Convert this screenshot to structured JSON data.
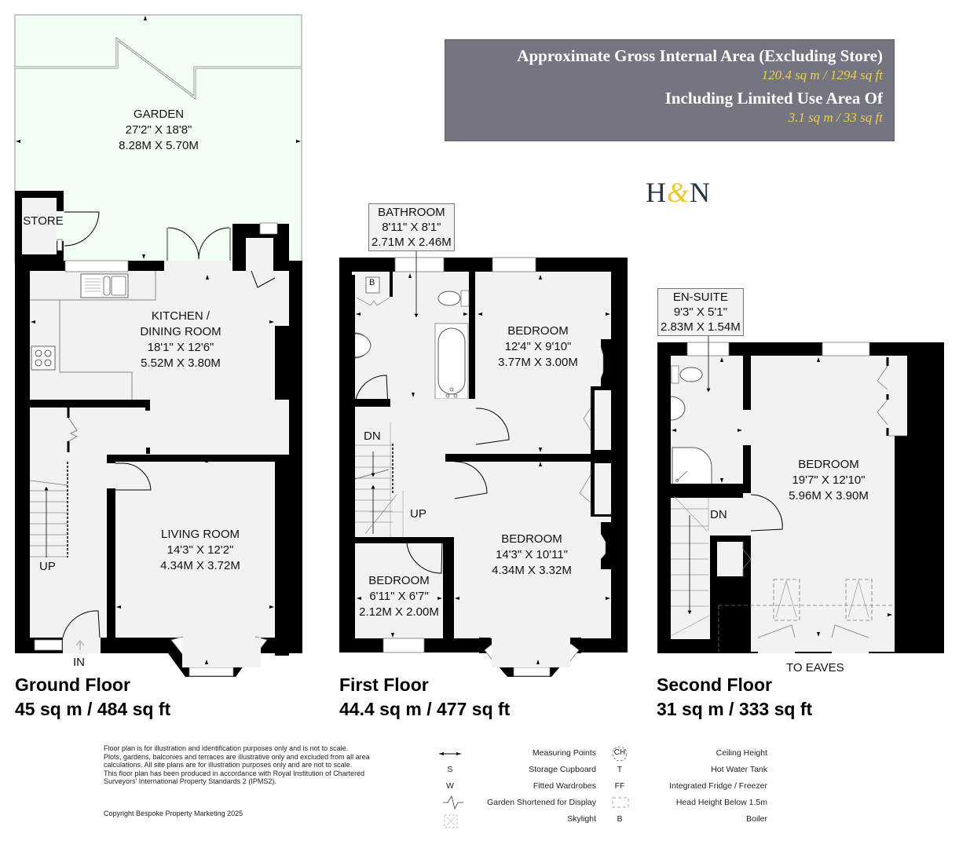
{
  "area_summary": {
    "heading": "Approximate Gross Internal Area (Excluding Store)",
    "heading_value": "120.4 sq m / 1294 sq ft",
    "limited_heading": "Including Limited Use Area Of",
    "limited_value": "3.1 sq m / 33 sq ft",
    "box_color": "#737580",
    "value_color": "#f0cf4a"
  },
  "logo": {
    "left": "H",
    "amp": "&",
    "right": "N",
    "text_color": "#283544",
    "accent_color": "#f2c81d"
  },
  "floors": {
    "ground": {
      "title": "Ground Floor",
      "area": "45 sq m / 484 sq ft",
      "rooms": [
        {
          "name": "GARDEN",
          "imperial": "27'2\" X 18'8\"",
          "metric": "8.28M X 5.70M"
        },
        {
          "name": "STORE"
        },
        {
          "name": "KITCHEN /",
          "name2": "DINING ROOM",
          "imperial": "18'1\" X 12'6\"",
          "metric": "5.52M X 3.80M"
        },
        {
          "name": "LIVING ROOM",
          "imperial": "14'3\" X 12'2\"",
          "metric": "4.34M X 3.72M"
        }
      ],
      "stairs_label": "UP",
      "entrance_label": "IN"
    },
    "first": {
      "title": "First Floor",
      "area": "44.4 sq m / 477 sq ft",
      "rooms": [
        {
          "name": "BATHROOM",
          "imperial": "8'11\" X 8'1\"",
          "metric": "2.71M X 2.46M"
        },
        {
          "name": "BEDROOM",
          "imperial": "12'4\" X 9'10\"",
          "metric": "3.77M X 3.00M"
        },
        {
          "name": "BEDROOM",
          "imperial": "14'3\" X 10'11\"",
          "metric": "4.34M X 3.32M"
        },
        {
          "name": "BEDROOM",
          "imperial": "6'11\" X 6'7\"",
          "metric": "2.12M X 2.00M"
        }
      ],
      "stairs_down": "DN",
      "stairs_up": "UP",
      "boiler": "B"
    },
    "second": {
      "title": "Second Floor",
      "area": "31 sq m / 333 sq ft",
      "rooms": [
        {
          "name": "EN-SUITE",
          "imperial": "9'3\" X 5'1\"",
          "metric": "2.83M X 1.54M"
        },
        {
          "name": "BEDROOM",
          "imperial": "19'7\" X 12'10\"",
          "metric": "5.96M X 3.90M"
        }
      ],
      "stairs_down": "DN",
      "eaves_label": "TO EAVES"
    }
  },
  "disclaimer": [
    "Floor plan is for illustration and identification purposes only and is not to scale.",
    "Plots, gardens, balconies and terraces are illustrative only and excluded from all area",
    "calculations.  All site plans are for illustration purposes only and are not to scale.",
    "This floor plan has been produced in accordance with Royal Institution of Chartered",
    "Surveyors' International Property Standards 2 (IPMS2)."
  ],
  "copyright": "Copyright Bespoke Property Marketing 2025",
  "legend": {
    "left": [
      {
        "symbol": "measuring-points-icon",
        "glyph": "",
        "label": "Measuring Points"
      },
      {
        "symbol": "S",
        "glyph": "S",
        "label": "Storage Cupboard"
      },
      {
        "symbol": "W",
        "glyph": "W",
        "label": "Fitted Wardrobes"
      },
      {
        "symbol": "garden-shortened-icon",
        "glyph": "",
        "label": "Garden Shortened for Display"
      },
      {
        "symbol": "skylight-icon",
        "glyph": "",
        "label": "Skylight"
      }
    ],
    "right": [
      {
        "symbol": "CH",
        "glyph": "CH",
        "label": "Ceiling Height"
      },
      {
        "symbol": "T",
        "glyph": "T",
        "label": "Hot Water Tank"
      },
      {
        "symbol": "FF",
        "glyph": "FF",
        "label": "Integrated Fridge / Freezer"
      },
      {
        "symbol": "head-height-icon",
        "glyph": "",
        "label": "Head Height Below 1.5m"
      },
      {
        "symbol": "B",
        "glyph": "B",
        "label": "Boiler"
      }
    ]
  },
  "colors": {
    "wall": "#000000",
    "floor": "#f2f2f2",
    "garden": "#f2fdf4",
    "garden_border": "#c8c8c8"
  }
}
